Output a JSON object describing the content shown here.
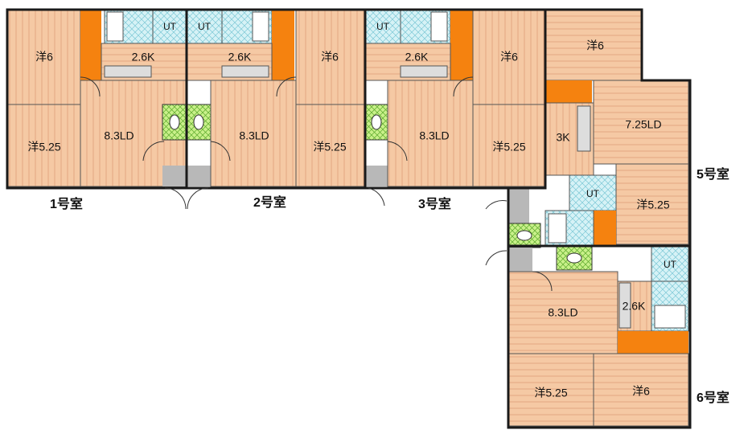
{
  "colors": {
    "floor": "#f5c9a4",
    "floor_line": "#e0a07a",
    "wall": "#1a1a1a",
    "closet": "#f5820f",
    "wet": "#c6ecf2",
    "toilet": "#bff07a",
    "entry": "#b8b8b8"
  },
  "units": [
    {
      "label": "1号室",
      "rooms": {
        "west_top": "洋6",
        "west_bottom": "洋5.25",
        "kitchen": "2.6K",
        "ldk": "8.3LD",
        "ut": "UT"
      }
    },
    {
      "label": "2号室",
      "rooms": {
        "ut": "UT",
        "kitchen": "2.6K",
        "ldk": "8.3LD",
        "east_top": "洋6",
        "east_bottom": "洋5.25"
      }
    },
    {
      "label": "3号室",
      "rooms": {
        "ut": "UT",
        "kitchen": "2.6K",
        "ldk": "8.3LD",
        "east_top": "洋6",
        "east_bottom": "洋5.25"
      }
    },
    {
      "label": "5号室",
      "rooms": {
        "west_top": "洋6",
        "kitchen": "3K",
        "ldk": "7.25LD",
        "ut": "UT",
        "west_side": "洋5.25"
      }
    },
    {
      "label": "6号室",
      "rooms": {
        "ut": "UT",
        "ldk": "8.3LD",
        "kitchen": "2.6K",
        "west_left": "洋5.25",
        "west_right": "洋6"
      }
    }
  ]
}
